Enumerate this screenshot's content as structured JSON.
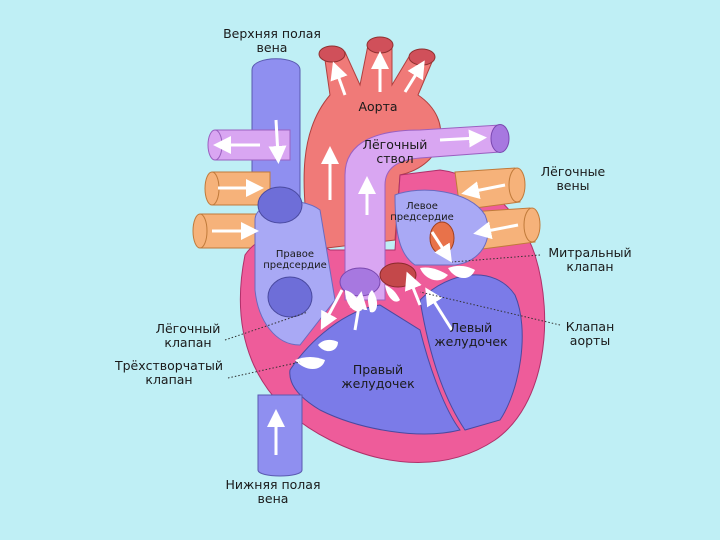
{
  "colors": {
    "background": "#bfeff5",
    "oxygenated": "#f07a78",
    "deoxygenated": "#8f8ff0",
    "wall": "#ee5c9a",
    "pulmonary_trunk": "#d9a6f2",
    "pulmonary_veins": "#f6b27a",
    "valve": "#ffffff"
  },
  "labels": {
    "svc_line1": "Верхняя полая",
    "svc_line2": "вена",
    "aorta": "Аорта",
    "pulm_trunk_line1": "Лёгочный",
    "pulm_trunk_line2": "ствол",
    "pulm_veins_line1": "Лёгочные",
    "pulm_veins_line2": "вены",
    "left_atrium_line1": "Левое",
    "left_atrium_line2": "предсердие",
    "right_atrium_line1": "Правое",
    "right_atrium_line2": "предсердие",
    "mitral_line1": "Митральный",
    "mitral_line2": "клапан",
    "pulm_valve_line1": "Лёгочный",
    "pulm_valve_line2": "клапан",
    "tricuspid_line1": "Трёхстворчатый",
    "tricuspid_line2": "клапан",
    "left_ventricle_line1": "Левый",
    "left_ventricle_line2": "желудочек",
    "aortic_valve_line1": "Клапан",
    "aortic_valve_line2": "аорты",
    "right_ventricle_line1": "Правый",
    "right_ventricle_line2": "желудочек",
    "ivc_line1": "Нижняя полая",
    "ivc_line2": "вена"
  }
}
